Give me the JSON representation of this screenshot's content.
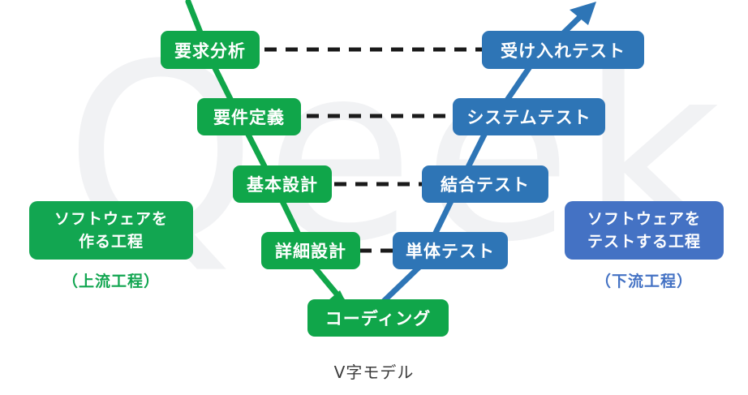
{
  "figure": {
    "caption": "V字モデル",
    "watermark": "Qeek"
  },
  "colors": {
    "green": "#10a64a",
    "blue": "#2e75b6",
    "panel_blue": "#4472c4",
    "dash": "#1a1a1a",
    "background": "#ffffff",
    "watermark": "#f1f2f4"
  },
  "left_panel": {
    "line1": "ソフトウェアを",
    "line2": "作る工程",
    "caption": "（上流工程）"
  },
  "right_panel": {
    "line1": "ソフトウェアを",
    "line2": "テストする工程",
    "caption": "（下流工程）"
  },
  "development_nodes": [
    {
      "label": "要求分析"
    },
    {
      "label": "要件定義"
    },
    {
      "label": "基本設計"
    },
    {
      "label": "詳細設計"
    },
    {
      "label": "コーディング"
    }
  ],
  "test_nodes": [
    {
      "label": "受け入れテスト"
    },
    {
      "label": "システムテスト"
    },
    {
      "label": "結合テスト"
    },
    {
      "label": "単体テスト"
    }
  ],
  "links": [
    {
      "from": "要求分析",
      "to": "受け入れテスト"
    },
    {
      "from": "要件定義",
      "to": "システムテスト"
    },
    {
      "from": "基本設計",
      "to": "結合テスト"
    },
    {
      "from": "詳細設計",
      "to": "単体テスト"
    }
  ]
}
